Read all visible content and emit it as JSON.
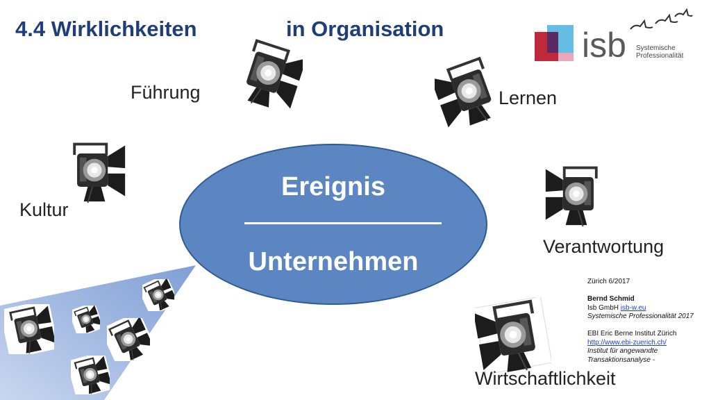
{
  "slide": {
    "title_left": "4.4 Wirklichkeiten",
    "title_right": "in Organisation",
    "center": {
      "top": "Ereignis",
      "bottom": "Unternehmen"
    },
    "labels": {
      "fuehrung": "Führung",
      "lernen": "Lernen",
      "kultur": "Kultur",
      "verantwortung": "Verantwortung",
      "wirtschaftlichkeit": "Wirtschaftlichkeit"
    },
    "logo": {
      "brand": "isb",
      "line1": "Systemische",
      "line2": "Professionalität"
    },
    "credits": {
      "place_date": "Zürich 6/2017",
      "author": "Bernd Schmid",
      "company_prefix": "Isb GmbH ",
      "company_link": "isb-w.eu",
      "company_tagline": "Systemische Professionalität 2017",
      "ebi_name": "EBI Eric Berne Institut Zürich",
      "ebi_link": "http://www.ebi-zuerich.ch/",
      "ebi_line1": "Institut für angewandte",
      "ebi_line2": "Transaktionsanalyse -"
    }
  },
  "colors": {
    "title": "#1f3d7a",
    "ellipse": "#5b86c2",
    "beam": "#8aa8dc"
  },
  "icons": [
    "spotlight-icon",
    "isb-logo-icon",
    "birds-icon"
  ]
}
